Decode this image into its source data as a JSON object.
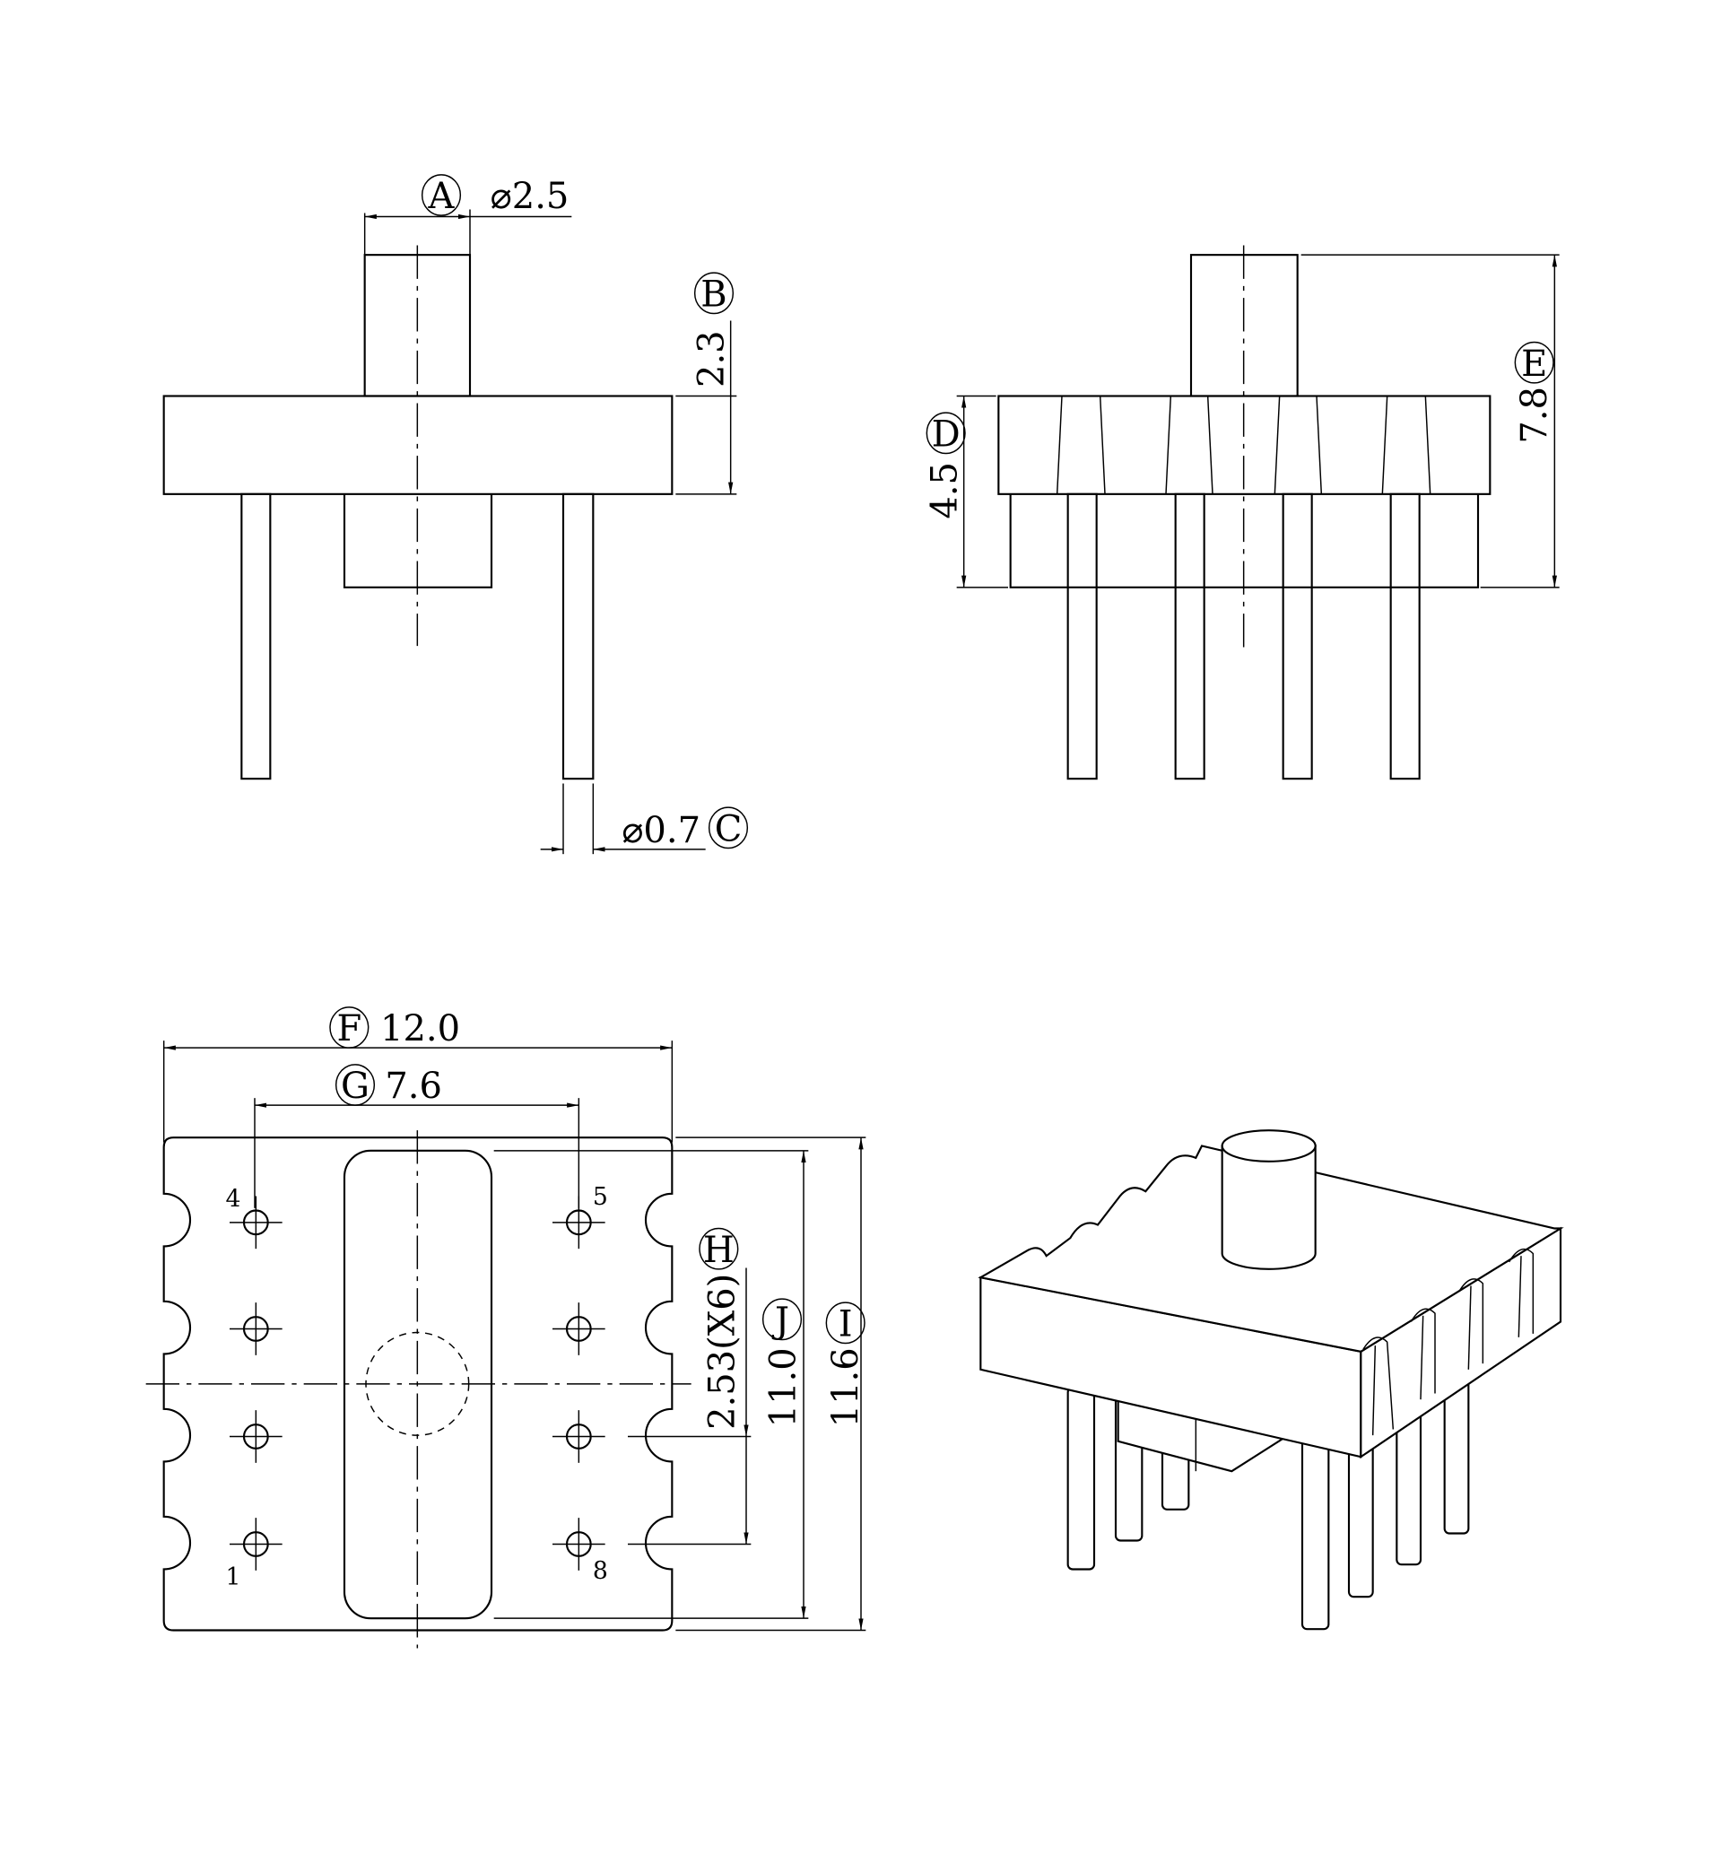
{
  "labels": {
    "A": "A",
    "B": "B",
    "C": "C",
    "D": "D",
    "E": "E",
    "F": "F",
    "G": "G",
    "H": "H",
    "I": "I",
    "J": "J"
  },
  "dimensions": {
    "A": "⌀2.5",
    "B": "2.3",
    "C": "⌀0.7",
    "D": "4.5",
    "E": "7.8",
    "F": "12.0",
    "G": "7.6",
    "H": "2.53(X6)",
    "I": "11.6",
    "J": "11.0"
  },
  "pin_numbers": {
    "top_left": "4",
    "top_right": "5",
    "bottom_left": "1",
    "bottom_right": "8"
  }
}
